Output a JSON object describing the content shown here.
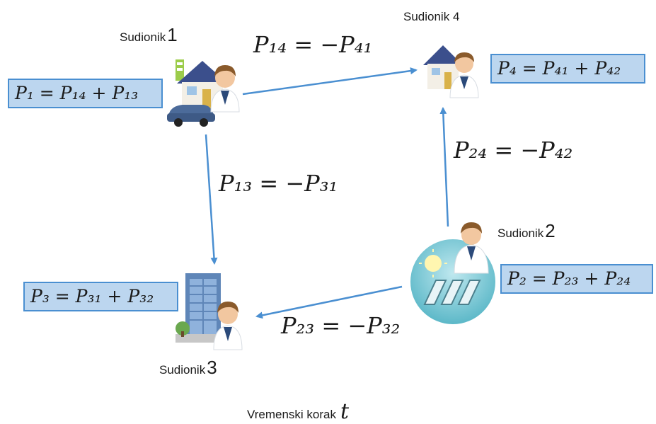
{
  "participants": {
    "p1": {
      "label": "Sudionik",
      "num": "1",
      "equation": "P₁ = P₁₄ + P₁₃"
    },
    "p2": {
      "label": "Sudionik",
      "num": "2",
      "equation": "P₂ = P₂₃ + P₂₄"
    },
    "p3": {
      "label": "Sudionik",
      "num": "3",
      "equation": "P₃ = P₃₁ + P₃₂"
    },
    "p4": {
      "label": "Sudionik",
      "num": "4",
      "equation": "P₄ = P₄₁ + P₄₂"
    }
  },
  "flows": {
    "f14": "P₁₄ = −P₄₁",
    "f13": "P₁₃ = −P₃₁",
    "f24": "P₂₄ = −P₄₂",
    "f23": "P₂₃ = −P₃₂"
  },
  "footer": {
    "text": "Vremenski korak",
    "symbol": "t"
  },
  "icons": {
    "p1": "house-with-ev-and-person-icon",
    "p2": "solar-farm-with-person-icon",
    "p3": "office-building-with-person-icon",
    "p4": "house-with-person-icon"
  },
  "colors": {
    "arrow": "#4a8fd1",
    "box_fill": "#bcd6ef",
    "box_border": "#4a8fd1"
  }
}
